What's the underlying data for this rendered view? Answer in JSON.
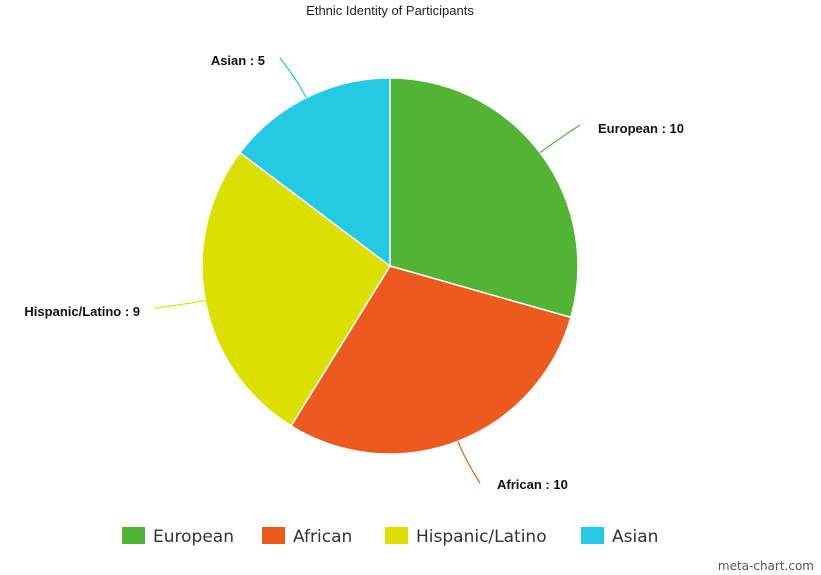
{
  "chart_data": {
    "type": "pie",
    "title": "Ethnic Identity of Participants",
    "categories": [
      "European",
      "African",
      "Hispanic/Latino",
      "Asian"
    ],
    "values": [
      10,
      10,
      9,
      5
    ],
    "colors": [
      "#52b435",
      "#ec5a1e",
      "#dbe000",
      "#26c9e3"
    ],
    "data_labels": [
      "European : 10",
      "African : 10",
      "Hispanic/Latino : 9",
      "Asian : 5"
    ],
    "legend": {
      "position": "bottom",
      "entries": [
        "European",
        "African",
        "Hispanic/Latino",
        "Asian"
      ]
    }
  },
  "credit": "meta-chart.com"
}
